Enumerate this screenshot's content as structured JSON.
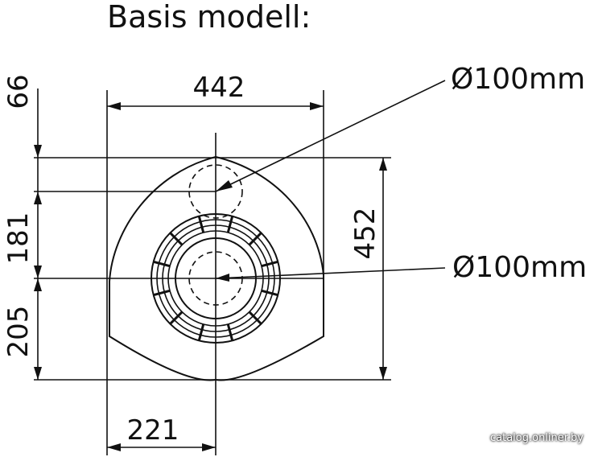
{
  "title": "Basis modell:",
  "dimensions": {
    "width_top": "442",
    "top_offset": "66",
    "mid_offset": "181",
    "lower_offset": "205",
    "height_right": "452",
    "bottom_offset": "221"
  },
  "callouts": {
    "top_pipe": "Ø100mm",
    "center_pipe": "Ø100mm"
  },
  "watermark": "catalog.onliner.by",
  "colors": {
    "ink": "#111111",
    "background": "#ffffff"
  }
}
